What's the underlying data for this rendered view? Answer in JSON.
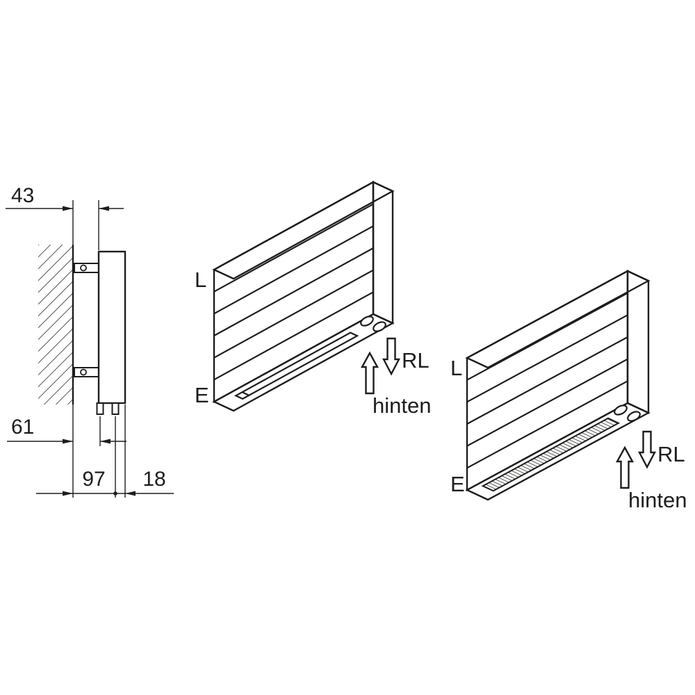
{
  "side_view": {
    "dim_top": "43",
    "dim_mid": "61",
    "dim_bottom_left": "97",
    "dim_bottom_right": "18"
  },
  "iso_middle": {
    "label_l": "L",
    "label_e": "E",
    "label_rl": "RL",
    "label_hinten": "hinten"
  },
  "iso_right": {
    "label_l": "L",
    "label_e": "E",
    "label_rl": "RL",
    "label_hinten": "hinten"
  },
  "colors": {
    "line": "#1d1d1b",
    "background": "#ffffff"
  }
}
